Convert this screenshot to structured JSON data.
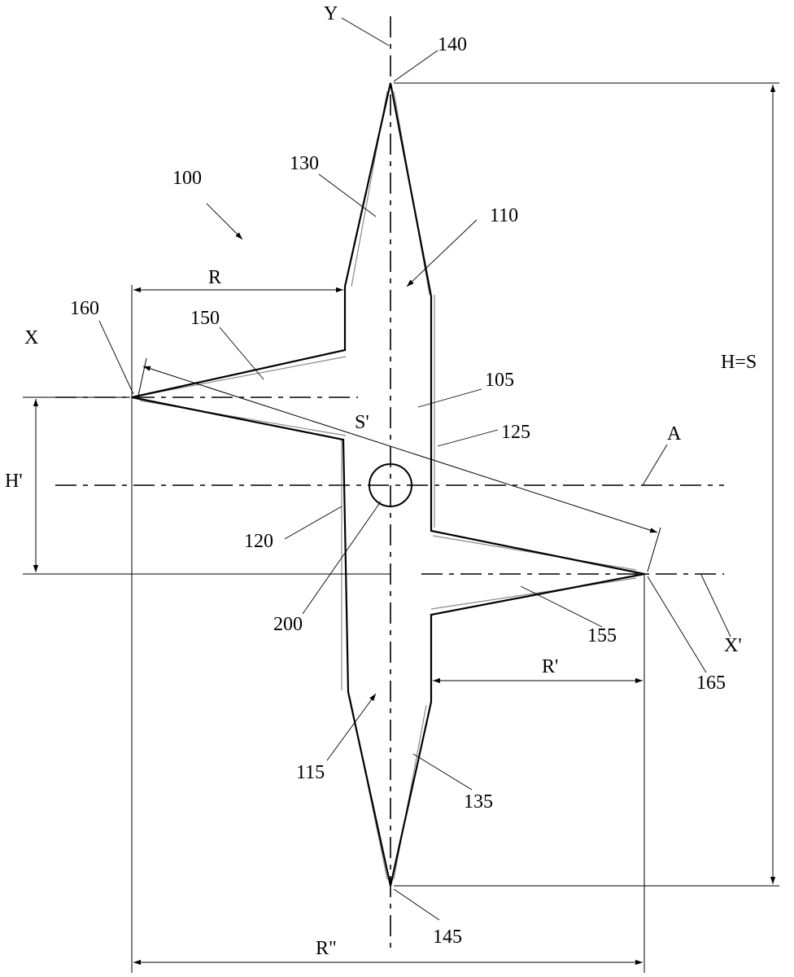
{
  "figure": {
    "labels": {
      "ref_100": "100",
      "ref_105": "105",
      "ref_110": "110",
      "ref_115": "115",
      "ref_120": "120",
      "ref_125": "125",
      "ref_130": "130",
      "ref_135": "135",
      "ref_140": "140",
      "ref_145": "145",
      "ref_150": "150",
      "ref_155": "155",
      "ref_160": "160",
      "ref_165": "165",
      "ref_200": "200",
      "axis_y": "Y",
      "axis_x": "X",
      "axis_x_prime": "X'",
      "axis_a": "A",
      "dim_r": "R",
      "dim_r_prime": "R'",
      "dim_r_double": "R\"",
      "dim_h_prime": "H'",
      "dim_s_prime": "S'",
      "dim_h_s": "H=S"
    }
  }
}
